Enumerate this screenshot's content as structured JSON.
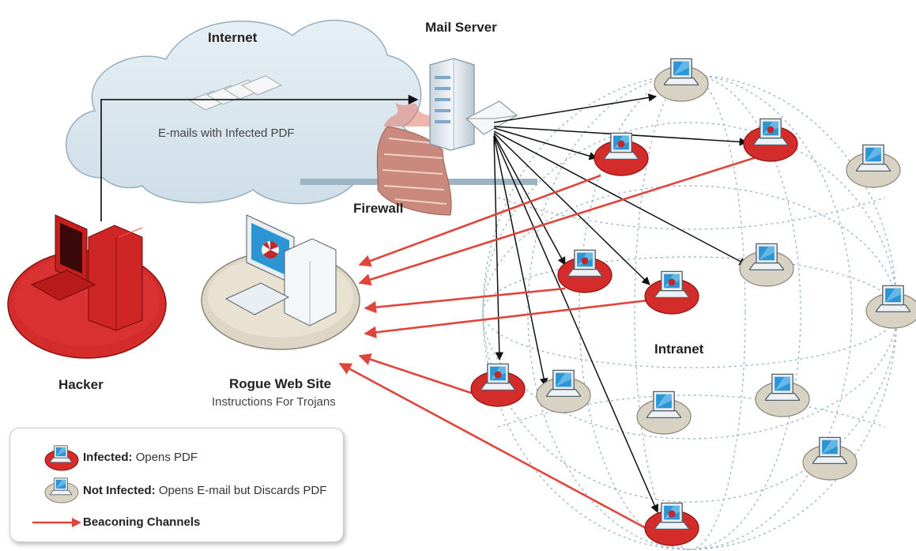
{
  "labels": {
    "internet": "Internet",
    "mail_server": "Mail Server",
    "emails": "E-mails with Infected PDF",
    "firewall": "Firewall",
    "hacker": "Hacker",
    "rogue_title": "Rogue Web Site",
    "rogue_sub": "Instructions For Trojans",
    "intranet": "Intranet"
  },
  "legend": {
    "infected_bold": "Infected:",
    "infected_text": "Opens PDF",
    "not_infected_bold": "Not Infected:",
    "not_infected_text": "Opens E-mail but Discards PDF",
    "beacon_bold": "Beaconing Channels"
  },
  "colors": {
    "infected": "#d42b2b",
    "not_infected": "#d8d2c4",
    "beacon": "#e0443a",
    "cloud": "#d9e6ee",
    "screen": "#3a9fd6"
  }
}
